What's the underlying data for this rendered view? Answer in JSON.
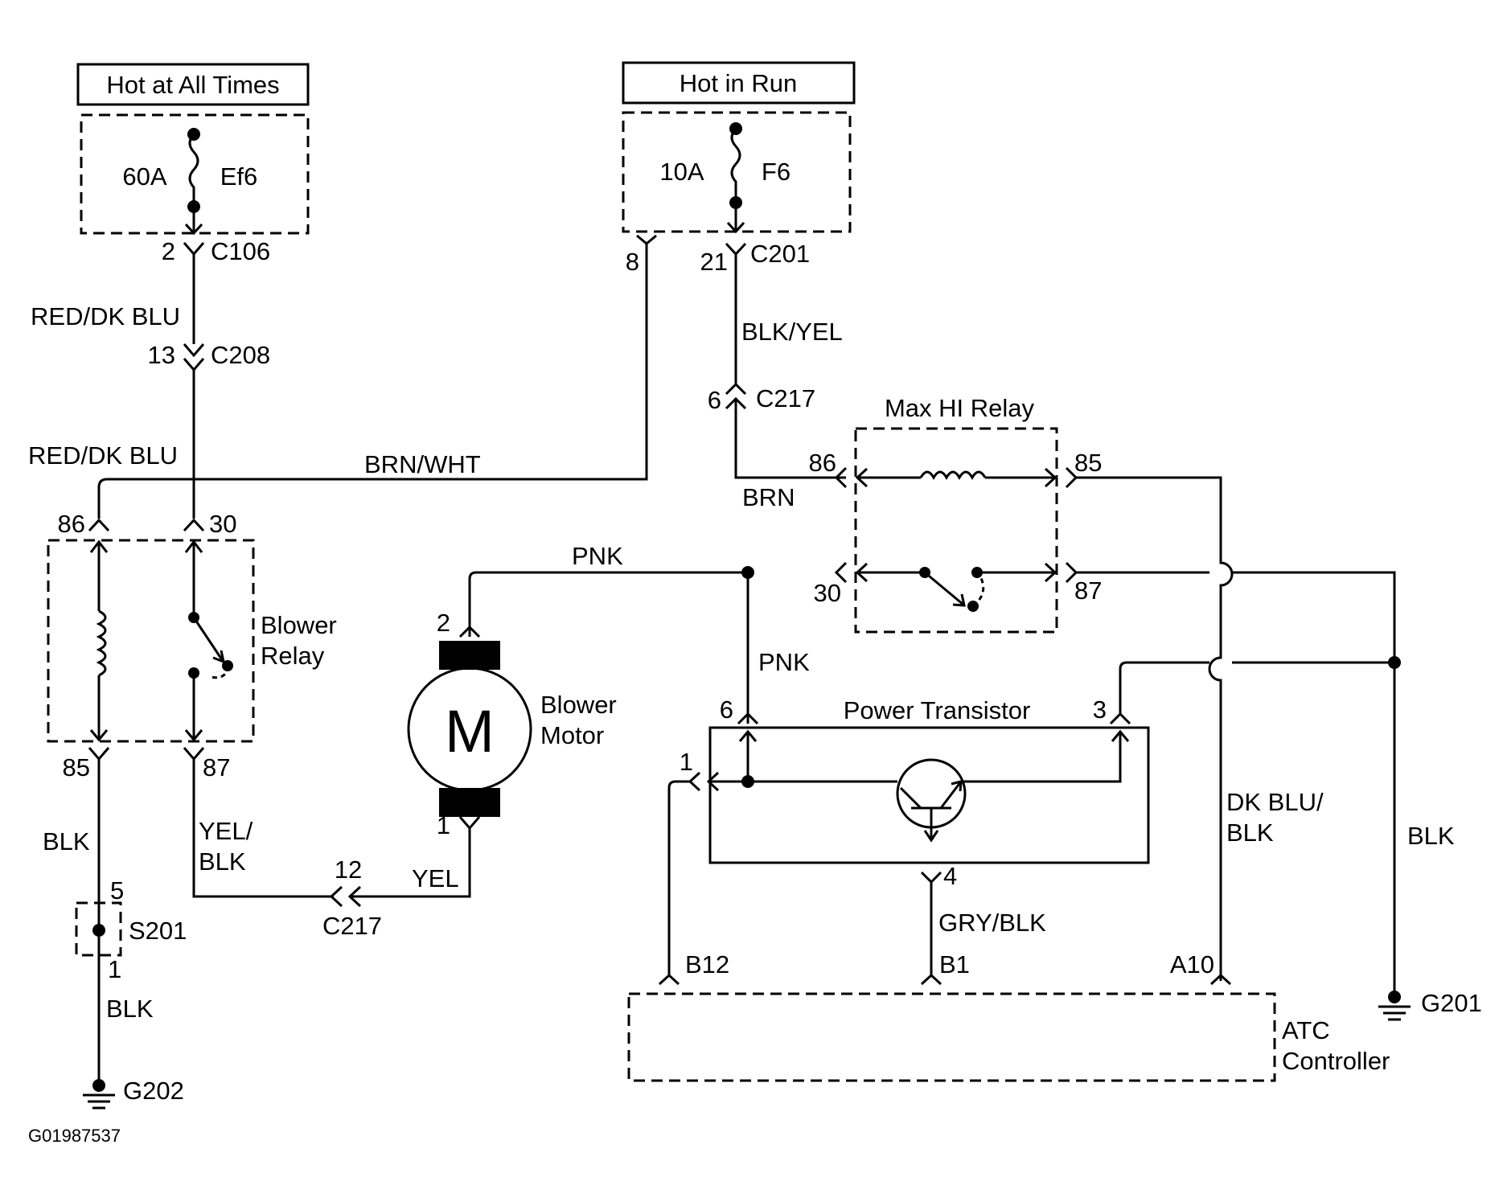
{
  "power": {
    "hot_at_all_times": "Hot at All Times",
    "hot_in_run": "Hot in Run"
  },
  "fuses": {
    "ef6": {
      "rating": "60A",
      "name": "Ef6"
    },
    "f6": {
      "rating": "10A",
      "name": "F6"
    }
  },
  "connectors": {
    "c106": "C106",
    "c106_pin": "2",
    "c208": "C208",
    "c208_pin": "13",
    "c201": "C201",
    "c201_pin_a": "8",
    "c201_pin_b": "21",
    "c217_top": "C217",
    "c217_top_pin": "6",
    "c217_bottom": "C217",
    "c217_bottom_pin": "12"
  },
  "wires": {
    "red_dk_blu_1": "RED/DK BLU",
    "red_dk_blu_2": "RED/DK BLU",
    "brn_wht": "BRN/WHT",
    "blk_yel": "BLK/YEL",
    "brn": "BRN",
    "pnk_1": "PNK",
    "pnk_2": "PNK",
    "blk_left": "BLK",
    "blk_left_lower": "BLK",
    "yel_blk_line1": "YEL/",
    "yel_blk_line2": "BLK",
    "yel": "YEL",
    "gry_blk": "GRY/BLK",
    "dk_blu_blk_line1": "DK BLU/",
    "dk_blu_blk_line2": "BLK",
    "blk_right": "BLK"
  },
  "blower_relay": {
    "label_line1": "Blower",
    "label_line2": "Relay",
    "pin_86": "86",
    "pin_30": "30",
    "pin_85": "85",
    "pin_87": "87"
  },
  "max_hi_relay": {
    "label": "Max HI Relay",
    "pin_86": "86",
    "pin_85": "85",
    "pin_30": "30",
    "pin_87": "87"
  },
  "blower_motor": {
    "symbol": "M",
    "label_line1": "Blower",
    "label_line2": "Motor",
    "pin_2": "2",
    "pin_1": "1"
  },
  "power_transistor": {
    "label": "Power Transistor",
    "pin_6": "6",
    "pin_3": "3",
    "pin_1": "1",
    "pin_4": "4"
  },
  "splice": {
    "name": "S201",
    "pin_5": "5",
    "pin_1": "1"
  },
  "atc_controller": {
    "label_line1": "ATC",
    "label_line2": "Controller",
    "pin_b12": "B12",
    "pin_b1": "B1",
    "pin_a10": "A10"
  },
  "grounds": {
    "g201": "G201",
    "g202": "G202"
  },
  "figure_code": "G01987537"
}
